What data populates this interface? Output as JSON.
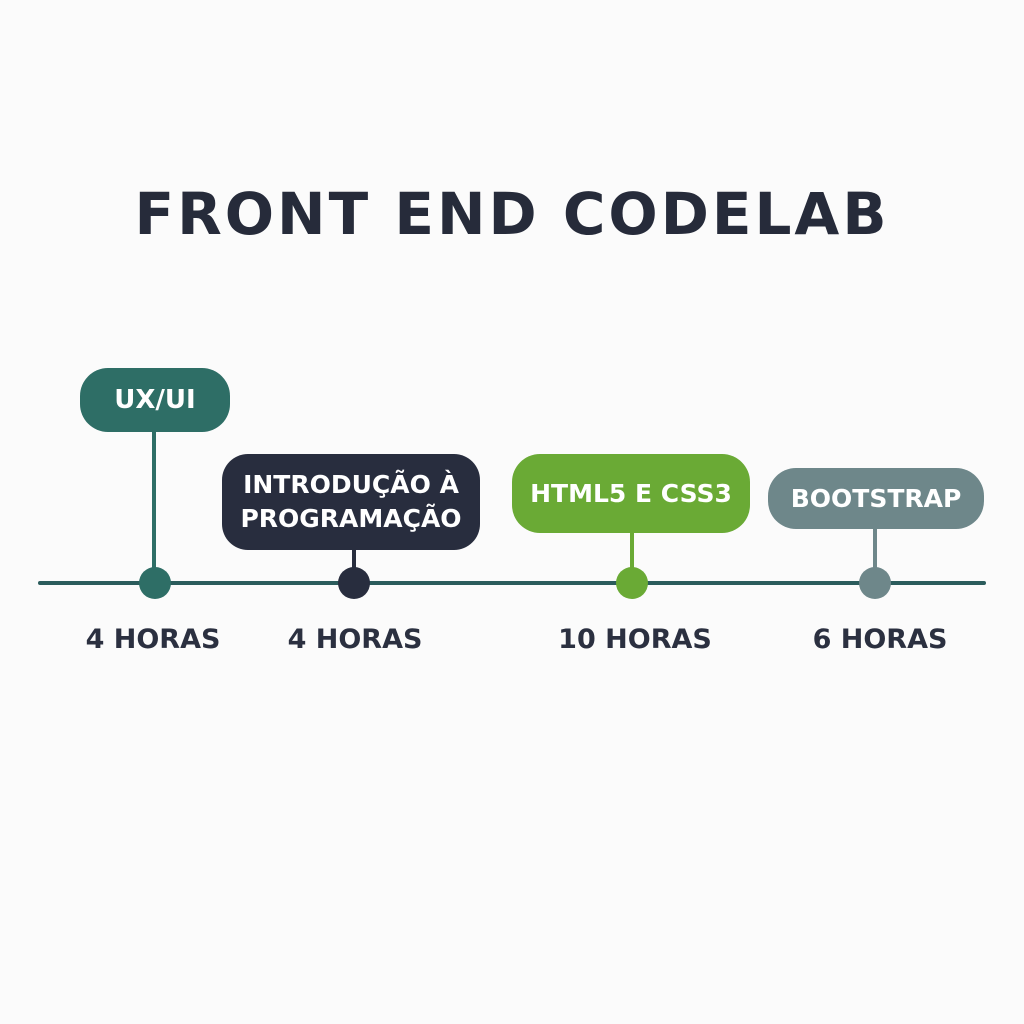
{
  "title": "FRONT END CODELAB",
  "colors": {
    "teal": "#2e6e66",
    "navy": "#282d3e",
    "green": "#6aaa35",
    "slate": "#6e878a",
    "line": "#2b5c5c"
  },
  "milestones": [
    {
      "label": "UX/UI",
      "hours": "4 HORAS"
    },
    {
      "label": "INTRODUÇÃO À PROGRAMAÇÃO",
      "hours": "4 HORAS"
    },
    {
      "label": "HTML5 E CSS3",
      "hours": "10 HORAS"
    },
    {
      "label": "BOOTSTRAP",
      "hours": "6 HORAS"
    }
  ]
}
